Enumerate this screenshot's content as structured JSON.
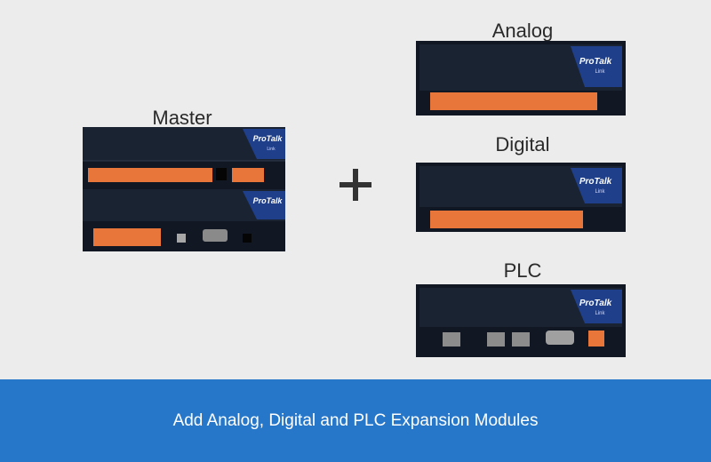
{
  "labels": {
    "master": "Master",
    "plus": "+",
    "analog": "Analog",
    "digital": "Digital",
    "plc": "PLC"
  },
  "brand": {
    "name": "ProTalk",
    "sub": "Link"
  },
  "footer": {
    "text": "Add Analog, Digital and PLC Expansion Modules"
  },
  "colors": {
    "background": "#ececec",
    "footer": "#2677c9",
    "chassis": "#141b25",
    "terminal": "#e8763a"
  }
}
